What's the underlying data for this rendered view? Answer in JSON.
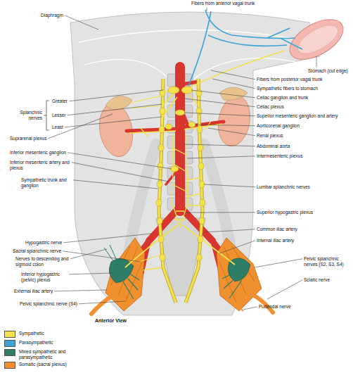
{
  "diagram": {
    "labels": [
      "Fibers from anterior vagal trunk",
      "Diaphragm",
      "Stomach (cut edge)",
      "Fibers from posterior vagal trunk",
      "Sympathetic fibers to stomach",
      "Celiac ganglion and trunk",
      "Celiac plexus",
      "Superior mesenteric ganglion and artery",
      "Aorticorenal ganglion",
      "Renal plexus",
      "Abdominal aorta",
      "Intermesenteric plexus",
      "Lumbar splanchnic nerves",
      "Superior hypogastric plexus",
      "Common iliac artery",
      "Internal iliac artery",
      "Pelvic splanchnic nerves (S2, S3, S4)",
      "Sciatic nerve",
      "Pudendal nerve",
      "Greater",
      "Lesser",
      "Least",
      "Splanchnic nerves",
      "Suprarenal plexus",
      "Inferior mesenteric ganglion",
      "Inferior mesenteric artery and plexus",
      "Sympathetic trunk and ganglion",
      "Hypogastric nerve",
      "Sacral splanchnic nerve",
      "Nerves to descending and sigmoid colon",
      "Inferior hypogastric (pelvic) plexus",
      "External iliac artery",
      "Pelvic splanchnic nerve (S4)",
      "Anterior View"
    ],
    "legend": [
      {
        "text": "Sympathetic",
        "color": "#f3e24a"
      },
      {
        "text": "Parasympathetic",
        "color": "#3ea4d8"
      },
      {
        "text": "Mixed sympathetic and parasympathetic",
        "color": "#2e7d66"
      },
      {
        "text": "Somatic (sacral plexus)",
        "color": "#f0902e"
      }
    ]
  }
}
